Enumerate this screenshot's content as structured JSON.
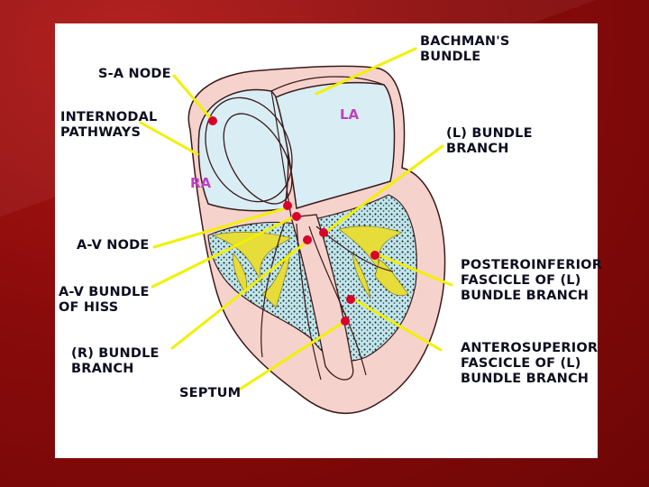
{
  "diagram": {
    "labels": {
      "bachmans_bundle": "BACHMAN'S\nBUNDLE",
      "sa_node": "S-A NODE",
      "internodal_pathways": "INTERNODAL\nPATHWAYS",
      "l_bundle_branch": "(L) BUNDLE\nBRANCH",
      "av_node": "A-V NODE",
      "av_bundle_his": "A-V BUNDLE\nOF HISS",
      "posteroinferior": "POSTEROINFERIOR\nFASCICLE OF (L)\nBUNDLE BRANCH",
      "r_bundle_branch": "(R) BUNDLE\nBRANCH",
      "anterosuperior": "ANTEROSUPERIOR\nFASCICLE OF (L)\nBUNDLE BRANCH",
      "septum": "SEPTUM"
    },
    "chambers": {
      "la": "LA",
      "ra": "RA"
    },
    "colors": {
      "atria": "#d8eef4",
      "myocardium": "#f6d2cc",
      "purkinje": "#e6dc3a",
      "ventricle_cavity": "#bfe6ec",
      "pointer_line": "#f2f000",
      "node_dot": "#d8002a",
      "outline": "#3a1a1a",
      "chamber_text": "#c040c0"
    }
  }
}
